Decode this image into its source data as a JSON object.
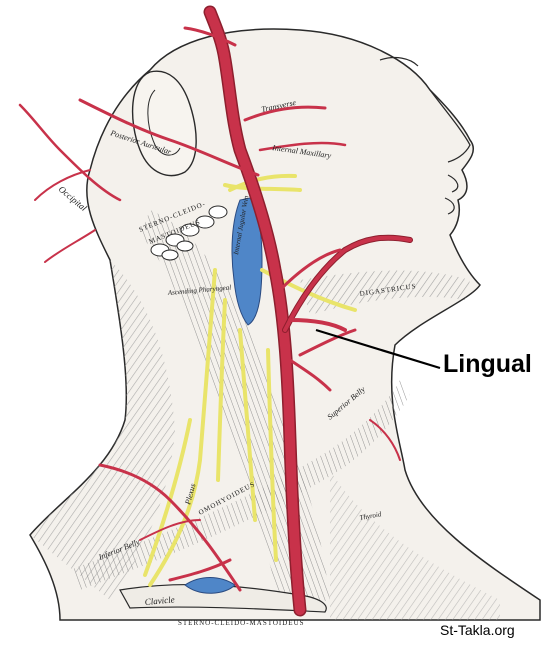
{
  "colors": {
    "artery": "#c8324a",
    "artery_dark": "#8e1f2e",
    "nerve": "#e9e46a",
    "vein": "#4f86c8",
    "ink": "#2a2a2a",
    "hatch": "#9a9a9a"
  },
  "callout": {
    "text": "Lingual"
  },
  "credit": {
    "text": "St-Takla.org"
  },
  "labels": {
    "posterior_auricular": "Posterior Auricular",
    "transverse_facial": "Transverse",
    "internal_maxillary": "Internal Maxillary",
    "occipital": "Occipital",
    "sterno_cleido_upper": "STERNO-CLEIDO-",
    "mastoid_upper": "MASTOIDEUS",
    "internal_jugular": "Internal Jugular Vein",
    "ascending_pharyngeal": "Ascending Pharyngeal",
    "superior_belly": "Superior Belly",
    "digastricus": "DIGASTRICUS",
    "omohyoideus": "OMOHYOIDEUS",
    "inferior_belly": "Inferior Belly",
    "plexus": "Plexus",
    "clavicle": "Clavicle",
    "sterno_cleido_lower": "STERNO-CLEIDO-MASTOIDEUS",
    "thyroid": "Thyroid"
  }
}
